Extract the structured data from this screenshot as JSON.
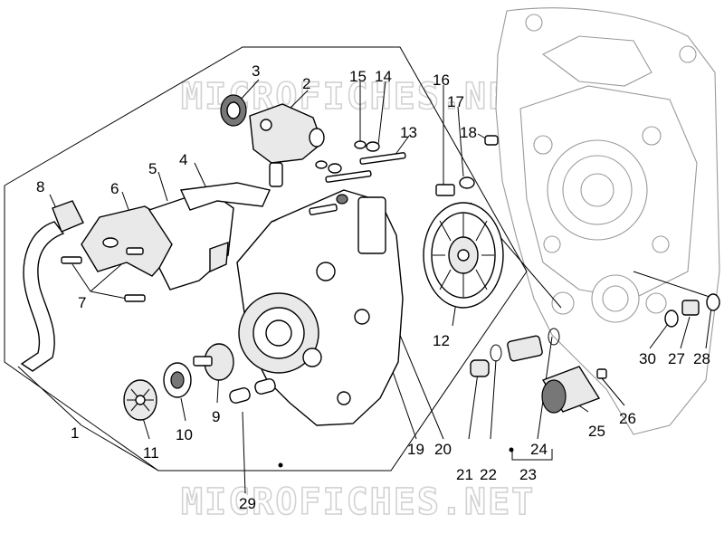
{
  "watermark": {
    "text": "MICROFICHES.NET"
  },
  "callouts": {
    "c1": "1",
    "c2": "2",
    "c3": "3",
    "c4": "4",
    "c5": "5",
    "c6": "6",
    "c7": "7",
    "c8": "8",
    "c9": "9",
    "c10": "10",
    "c11": "11",
    "c12": "12",
    "c13": "13",
    "c14": "14",
    "c15": "15",
    "c16": "16",
    "c17": "17",
    "c18": "18",
    "c19": "19",
    "c20": "20",
    "c21": "21",
    "c22": "22",
    "c23": "23",
    "c24": "24",
    "c25": "25",
    "c26": "26",
    "c27": "27",
    "c28": "28",
    "c29": "29",
    "c30": "30"
  }
}
